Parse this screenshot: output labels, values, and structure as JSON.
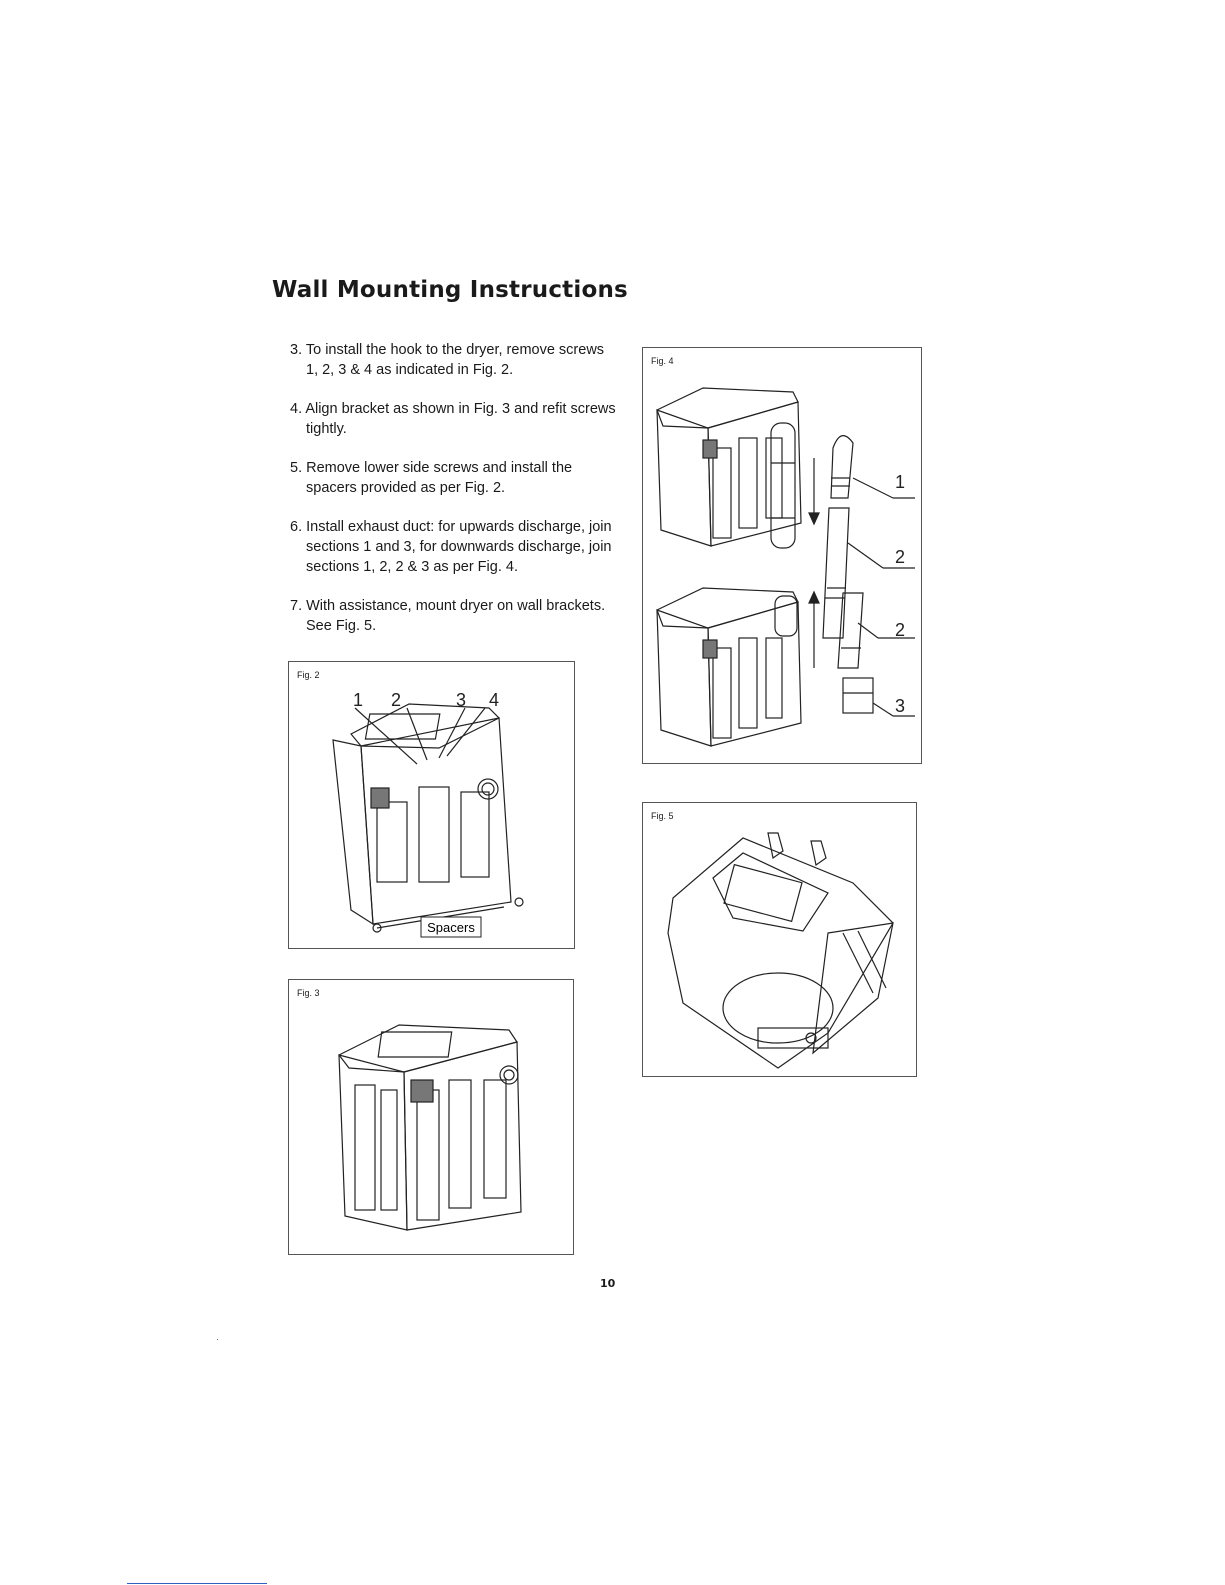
{
  "page": {
    "title": "Wall Mounting Instructions",
    "page_number": "10"
  },
  "steps": [
    {
      "text": "3. To install the hook to the dryer, remove screws 1, 2, 3 & 4 as indicated in Fig. 2."
    },
    {
      "text": "4. Align bracket as shown in Fig. 3 and refit screws tightly."
    },
    {
      "text": "5. Remove lower side screws and install the spacers provided as per Fig. 2."
    },
    {
      "text": "6. Install exhaust duct: for upwards discharge, join sections 1 and 3, for downwards discharge, join sections 1, 2, 2 & 3 as per Fig. 4."
    },
    {
      "text": "7. With assistance, mount dryer on wall brackets. See Fig. 5."
    }
  ],
  "figures": {
    "fig2": {
      "label": "Fig. 2",
      "callouts": [
        "1",
        "2",
        "3",
        "4"
      ],
      "spacers_label": "Spacers"
    },
    "fig3": {
      "label": "Fig. 3"
    },
    "fig4": {
      "label": "Fig. 4",
      "callouts": [
        "1",
        "2",
        "2",
        "3"
      ]
    },
    "fig5": {
      "label": "Fig. 5"
    }
  }
}
